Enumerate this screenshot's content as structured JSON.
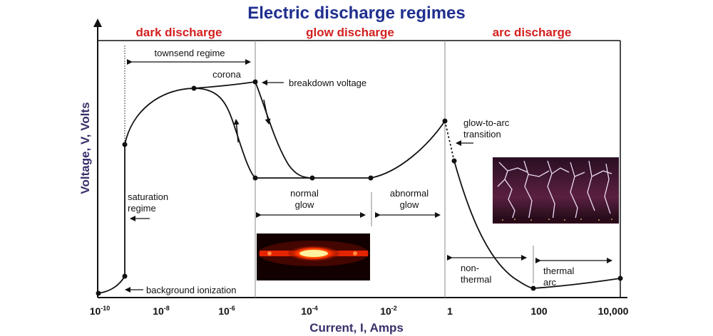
{
  "title": "Electric discharge regimes",
  "regions": {
    "dark": "dark discharge",
    "glow": "glow discharge",
    "arc": "arc discharge"
  },
  "axes": {
    "ylabel": "Voltage, V, Volts",
    "xlabel": "Current, I, Amps",
    "xticks": [
      {
        "base": "10",
        "exp": "-10"
      },
      {
        "base": "10",
        "exp": "-8"
      },
      {
        "base": "10",
        "exp": "-6"
      },
      {
        "base": "10",
        "exp": "-4"
      },
      {
        "base": "10",
        "exp": "-2"
      },
      {
        "base": "1",
        "exp": ""
      },
      {
        "base": "100",
        "exp": ""
      },
      {
        "base": "10,000",
        "exp": ""
      }
    ]
  },
  "annotations": {
    "townsend": "townsend regime",
    "corona": "corona",
    "breakdown": "breakdown voltage",
    "glow_to_arc": [
      "glow-to-arc",
      "transition"
    ],
    "saturation": [
      "saturation",
      "regime"
    ],
    "background": "background ionization",
    "normal_glow": [
      "normal",
      "glow"
    ],
    "abnormal_glow": [
      "abnormal",
      "glow"
    ],
    "non_thermal": [
      "non-",
      "thermal"
    ],
    "thermal_arc": [
      "thermal",
      "arc"
    ]
  },
  "images": {
    "glow_tube": "glow-discharge-tube-photo",
    "lightning": "lightning-arc-photo"
  },
  "colors": {
    "title": "#1f2f8f",
    "region_label": "#d42020",
    "axis_title": "#3a2f6a",
    "glow": "#ff3a00",
    "lightning_sky": "#3a1428"
  }
}
